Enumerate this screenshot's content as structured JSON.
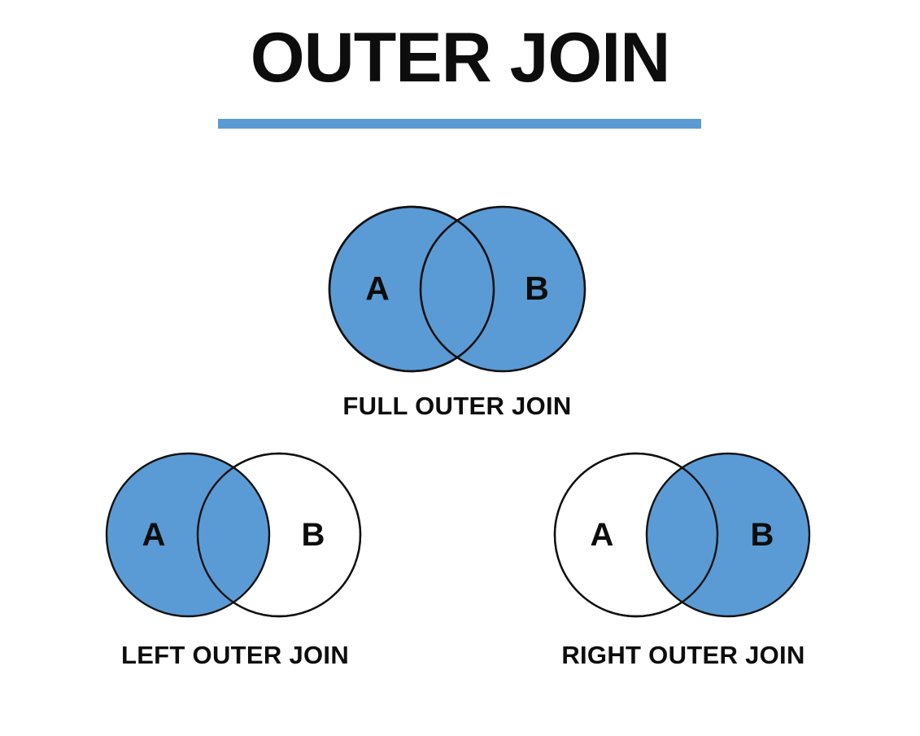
{
  "page": {
    "title": "OUTER JOIN",
    "background_color": "#ffffff",
    "accent_color": "#5b9bd5",
    "outline_color": "#111111",
    "text_color": "#0d0d0d"
  },
  "diagrams": [
    {
      "id": "full-outer-join",
      "caption": "FULL OUTER JOIN",
      "left_circle_label": "A",
      "right_circle_label": "B",
      "left_fill": "#5b9bd5",
      "right_fill": "#5b9bd5",
      "overlap_fill": "#5b9bd5",
      "shaded_regions": "A only, A and B overlap, B only"
    },
    {
      "id": "left-outer-join",
      "caption": "LEFT OUTER JOIN",
      "left_circle_label": "A",
      "right_circle_label": "B",
      "left_fill": "#5b9bd5",
      "right_fill": "#ffffff",
      "overlap_fill": "#5b9bd5",
      "shaded_regions": "A only, A and B overlap"
    },
    {
      "id": "right-outer-join",
      "caption": "RIGHT OUTER JOIN",
      "left_circle_label": "A",
      "right_circle_label": "B",
      "left_fill": "#ffffff",
      "right_fill": "#5b9bd5",
      "overlap_fill": "#5b9bd5",
      "shaded_regions": "B only, A and B overlap"
    }
  ]
}
